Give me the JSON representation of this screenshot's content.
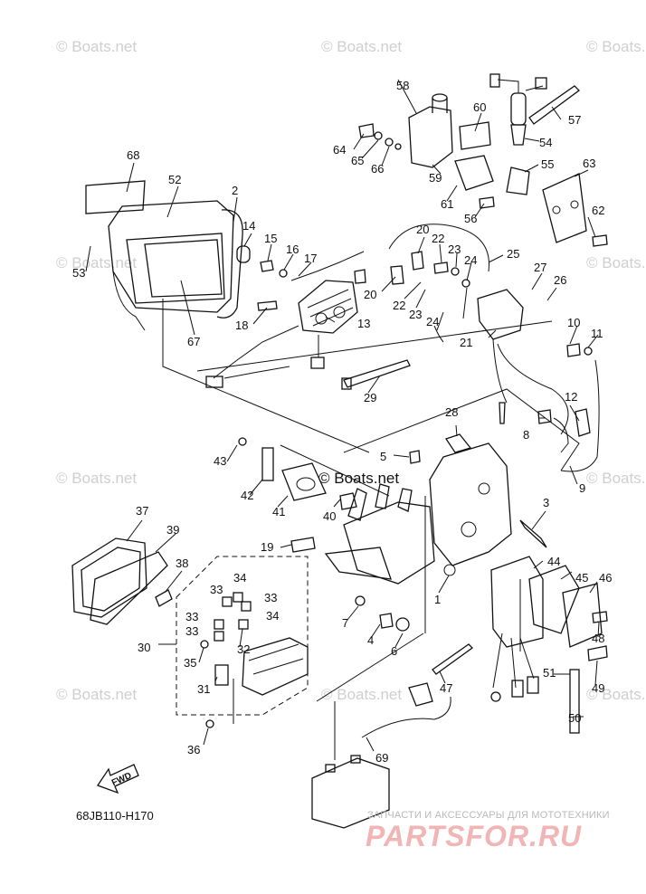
{
  "watermark": "© Boats.net",
  "watermark_center": "© Boats.net",
  "reference_code": "68JB110-H170",
  "fwd_label": "FWD",
  "brand": {
    "tagline": "ЗАПЧАСТИ И АКСЕССУАРЫ ДЛЯ МОТОТЕХНИКИ",
    "name": "PARTSFOR.RU"
  },
  "callouts": [
    "1",
    "2",
    "3",
    "4",
    "5",
    "6",
    "7",
    "8",
    "9",
    "10",
    "11",
    "12",
    "13",
    "14",
    "15",
    "16",
    "17",
    "18",
    "19",
    "20",
    "20",
    "21",
    "22",
    "22",
    "23",
    "23",
    "24",
    "24",
    "25",
    "26",
    "27",
    "28",
    "29",
    "30",
    "31",
    "32",
    "33",
    "33",
    "33",
    "33",
    "34",
    "34",
    "35",
    "36",
    "37",
    "38",
    "39",
    "40",
    "41",
    "42",
    "43",
    "44",
    "45",
    "46",
    "47",
    "48",
    "49",
    "50",
    "51",
    "52",
    "53",
    "54",
    "55",
    "56",
    "57",
    "58",
    "59",
    "60",
    "61",
    "62",
    "63",
    "64",
    "65",
    "66",
    "67",
    "68",
    "69"
  ]
}
